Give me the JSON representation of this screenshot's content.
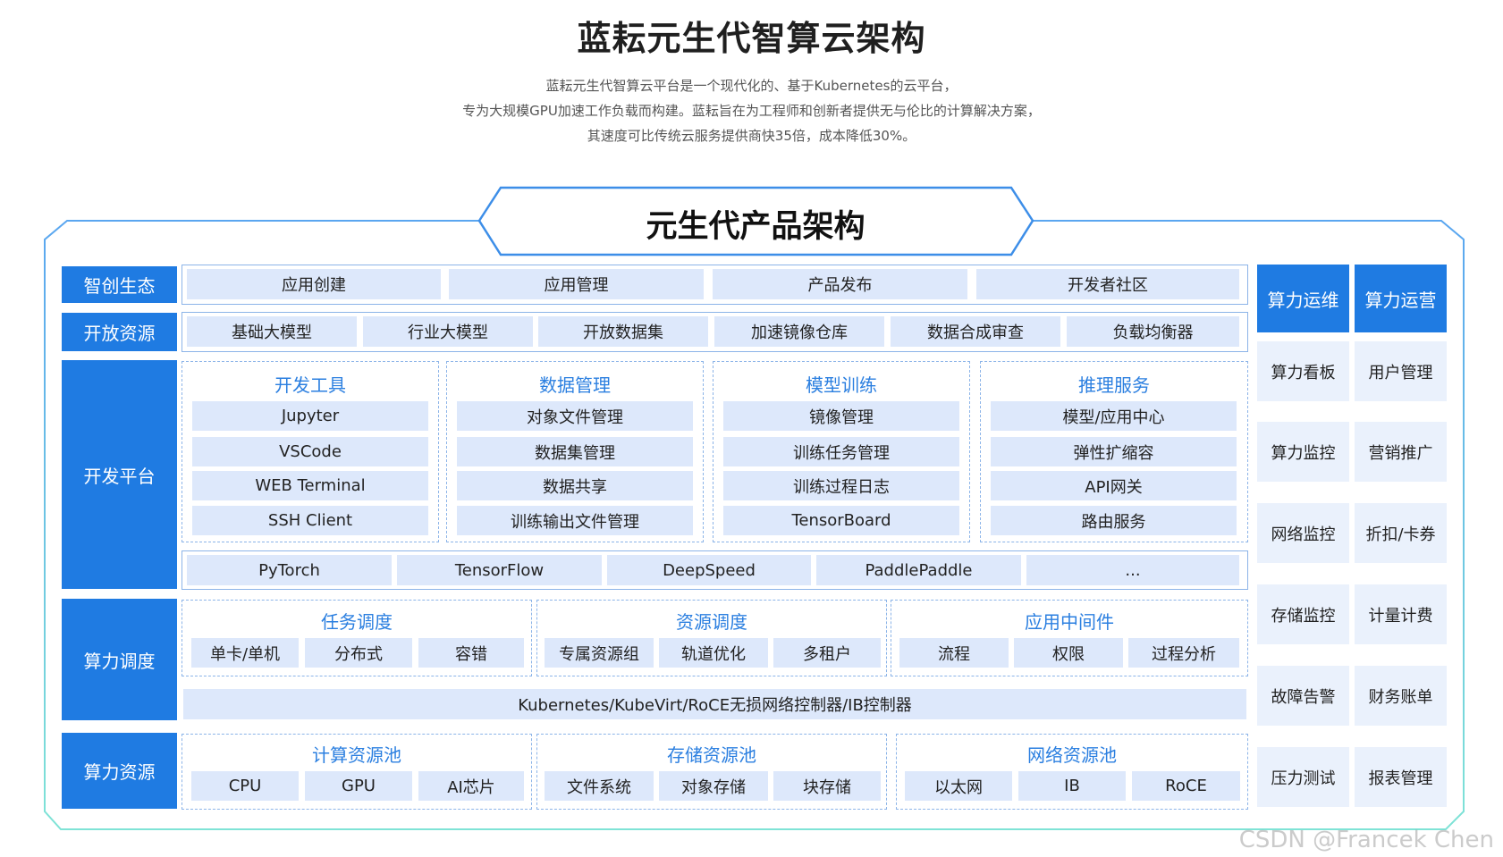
{
  "title": "蓝耘元生代智算云架构",
  "intro": [
    "蓝耘元生代智算云平台是一个现代化的、基于Kubernetes的云平台，",
    "专为大规模GPU加速工作负载而构建。蓝耘旨在为工程师和创新者提供无与伦比的计算解决方案，",
    "其速度可比传统云服务提供商快35倍，成本降低30%。"
  ],
  "arch_title": "元生代产品架构",
  "ecosystem": {
    "label": "智创生态",
    "items": [
      "应用创建",
      "应用管理",
      "产品发布",
      "开发者社区"
    ]
  },
  "open_resources": {
    "label": "开放资源",
    "items": [
      "基础大模型",
      "行业大模型",
      "开放数据集",
      "加速镜像仓库",
      "数据合成审查",
      "负载均衡器"
    ]
  },
  "dev_platform": {
    "label": "开发平台",
    "groups": [
      {
        "title": "开发工具",
        "items": [
          "Jupyter",
          "VSCode",
          "WEB Terminal",
          "SSH Client"
        ]
      },
      {
        "title": "数据管理",
        "items": [
          "对象文件管理",
          "数据集管理",
          "数据共享",
          "训练输出文件管理"
        ]
      },
      {
        "title": "模型训练",
        "items": [
          "镜像管理",
          "训练任务管理",
          "训练过程日志",
          "TensorBoard"
        ]
      },
      {
        "title": "推理服务",
        "items": [
          "模型/应用中心",
          "弹性扩缩容",
          "API网关",
          "路由服务"
        ]
      }
    ],
    "frameworks": [
      "PyTorch",
      "TensorFlow",
      "DeepSpeed",
      "PaddlePaddle",
      "..."
    ]
  },
  "scheduling": {
    "label": "算力调度",
    "groups": [
      {
        "title": "任务调度",
        "items": [
          "单卡/单机",
          "分布式",
          "容错"
        ]
      },
      {
        "title": "资源调度",
        "items": [
          "专属资源组",
          "轨道优化",
          "多租户"
        ]
      },
      {
        "title": "应用中间件",
        "items": [
          "流程",
          "权限",
          "过程分析"
        ]
      }
    ],
    "bar": "Kubernetes/KubeVirt/RoCE无损网络控制器/IB控制器"
  },
  "resources": {
    "label": "算力资源",
    "groups": [
      {
        "title": "计算资源池",
        "items": [
          "CPU",
          "GPU",
          "AI芯片"
        ]
      },
      {
        "title": "存储资源池",
        "items": [
          "文件系统",
          "对象存储",
          "块存储"
        ]
      },
      {
        "title": "网络资源池",
        "items": [
          "以太网",
          "IB",
          "RoCE"
        ]
      }
    ]
  },
  "ops": {
    "head": "算力运维",
    "items": [
      "算力看板",
      "算力监控",
      "网络监控",
      "存储监控",
      "故障告警",
      "压力测试"
    ]
  },
  "operation": {
    "head": "算力运营",
    "items": [
      "用户管理",
      "营销推广",
      "折扣/卡券",
      "计量计费",
      "财务账单",
      "报表管理"
    ]
  },
  "watermark": "CSDN @Francek Chen",
  "colors": {
    "primary": "#1f7be2",
    "cell": "#dde8fb",
    "title_text": "#2b7fe0",
    "border": "#8cb4e8",
    "frame": "#5aa6f0",
    "frame_bottom": "#7fe3d6"
  }
}
